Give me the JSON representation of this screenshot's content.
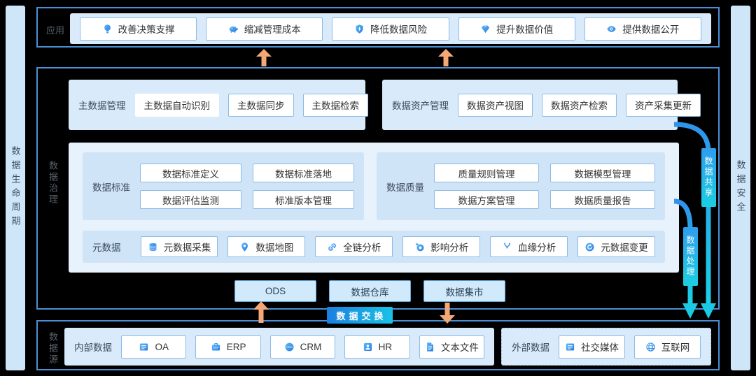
{
  "left_bar": {
    "label": "数据生命周期"
  },
  "right_bar": {
    "label": "数据安全"
  },
  "app_section": {
    "label": "应用",
    "buttons": [
      {
        "icon": "lightbulb-icon",
        "label": "改善决策支撑"
      },
      {
        "icon": "piggy-bank-icon",
        "label": "缩减管理成本"
      },
      {
        "icon": "shield-icon",
        "label": "降低数据风险"
      },
      {
        "icon": "gem-icon",
        "label": "提升数据价值"
      },
      {
        "icon": "eye-icon",
        "label": "提供数据公开"
      }
    ]
  },
  "governance_section": {
    "label": "数据治理",
    "master_data": {
      "label": "主数据管理",
      "buttons": [
        "主数据自动识别",
        "主数据同步",
        "主数据检索"
      ]
    },
    "data_assets": {
      "label": "数据资产管理",
      "buttons": [
        "数据资产视图",
        "数据资产检索",
        "资产采集更新"
      ]
    },
    "standards": {
      "label": "数据标准",
      "buttons": [
        "数据标准定义",
        "数据标准落地",
        "数据评估监测",
        "标准版本管理"
      ]
    },
    "quality": {
      "label": "数据质量",
      "buttons": [
        "质量规则管理",
        "数据模型管理",
        "数据方案管理",
        "数据质量报告"
      ]
    },
    "metadata": {
      "label": "元数据",
      "buttons": [
        {
          "icon": "database-icon",
          "label": "元数据采集"
        },
        {
          "icon": "map-pin-icon",
          "label": "数据地图"
        },
        {
          "icon": "chain-link-icon",
          "label": "全链分析"
        },
        {
          "icon": "impact-star-icon",
          "label": "影响分析"
        },
        {
          "icon": "lineage-branch-icon",
          "label": "血缘分析"
        },
        {
          "icon": "refresh-circle-icon",
          "label": "元数据变更"
        }
      ]
    },
    "storage": [
      "ODS",
      "数据仓库",
      "数据集市"
    ]
  },
  "badges": {
    "exchange": "数据交换",
    "share": "数据共享",
    "process": "数据处理"
  },
  "source_section": {
    "label": "数据源",
    "internal": {
      "label": "内部数据",
      "buttons": [
        {
          "icon": "oa-doc-icon",
          "label": "OA"
        },
        {
          "icon": "erp-case-icon",
          "label": "ERP"
        },
        {
          "icon": "crm-circle-icon",
          "label": "CRM"
        },
        {
          "icon": "hr-person-icon",
          "label": "HR"
        },
        {
          "icon": "text-file-icon",
          "label": "文本文件"
        }
      ]
    },
    "external": {
      "label": "外部数据",
      "buttons": [
        {
          "icon": "social-media-icon",
          "label": "社交媒体"
        },
        {
          "icon": "globe-icon",
          "label": "互联网"
        }
      ]
    }
  },
  "colors": {
    "section_border": "#4a90d6",
    "panel_bg": "#d9eafa",
    "badge_gradient_start": "#1b7fe0",
    "badge_gradient_end": "#19c2e6",
    "arrow_orange": "#f4a876"
  }
}
